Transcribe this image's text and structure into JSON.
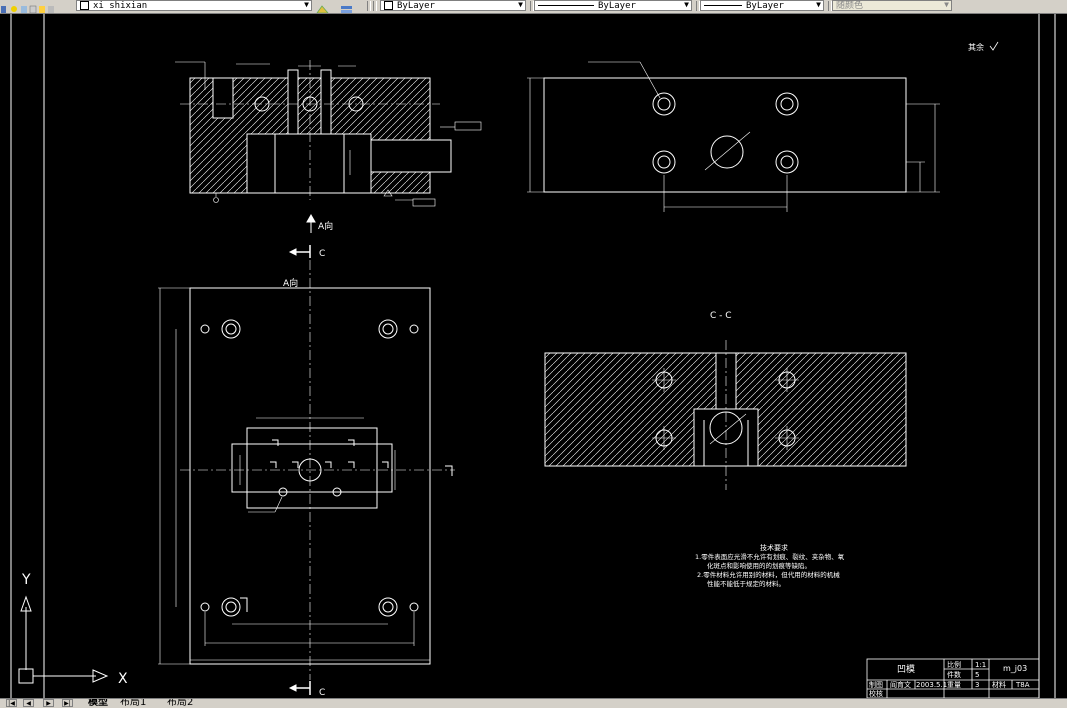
{
  "toolbar": {
    "layer_name": "xi shixian",
    "color_combo": "ByLayer",
    "linetype_combo": "ByLayer",
    "lineweight_combo": "ByLayer",
    "plotstyle_combo": "随颜色"
  },
  "drawing": {
    "label_a_dir": "A向",
    "label_a_view": "A向",
    "label_c_top": "C",
    "label_c_bottom": "C",
    "section_title": "C - C",
    "surface_note": "其余",
    "tech_title": "技术要求",
    "tech_line1": "1.零件表面应光滑不允许有划痕、裂纹、夹杂物、氧",
    "tech_line2": "化斑点和影响使用的的划痕等缺陷。",
    "tech_line3": "2.零件材料允许用别的材料，但代用的材料的机械",
    "tech_line4": "性能不能低于规定的材料。"
  },
  "title_block": {
    "part_name": "凹模",
    "scale_label": "比例",
    "scale_value": "1:1",
    "qty_label": "件数",
    "qty_value": "5",
    "drawing_no": "m_j03",
    "drawn_label": "制图",
    "designer": "阎育文",
    "date": "2003.5.1",
    "weight_label": "重量",
    "weight_value": "3",
    "material_label": "材料",
    "material_value": "T8A",
    "check_label": "校核"
  },
  "ucs": {
    "y_label": "Y",
    "x_label": "X"
  },
  "tabs": {
    "model": "模型",
    "layout1": "布局1",
    "layout2": "布局2"
  },
  "colors": {
    "background": "#000000",
    "lines": "#ffffff",
    "ui_face": "#d4d0c8"
  }
}
